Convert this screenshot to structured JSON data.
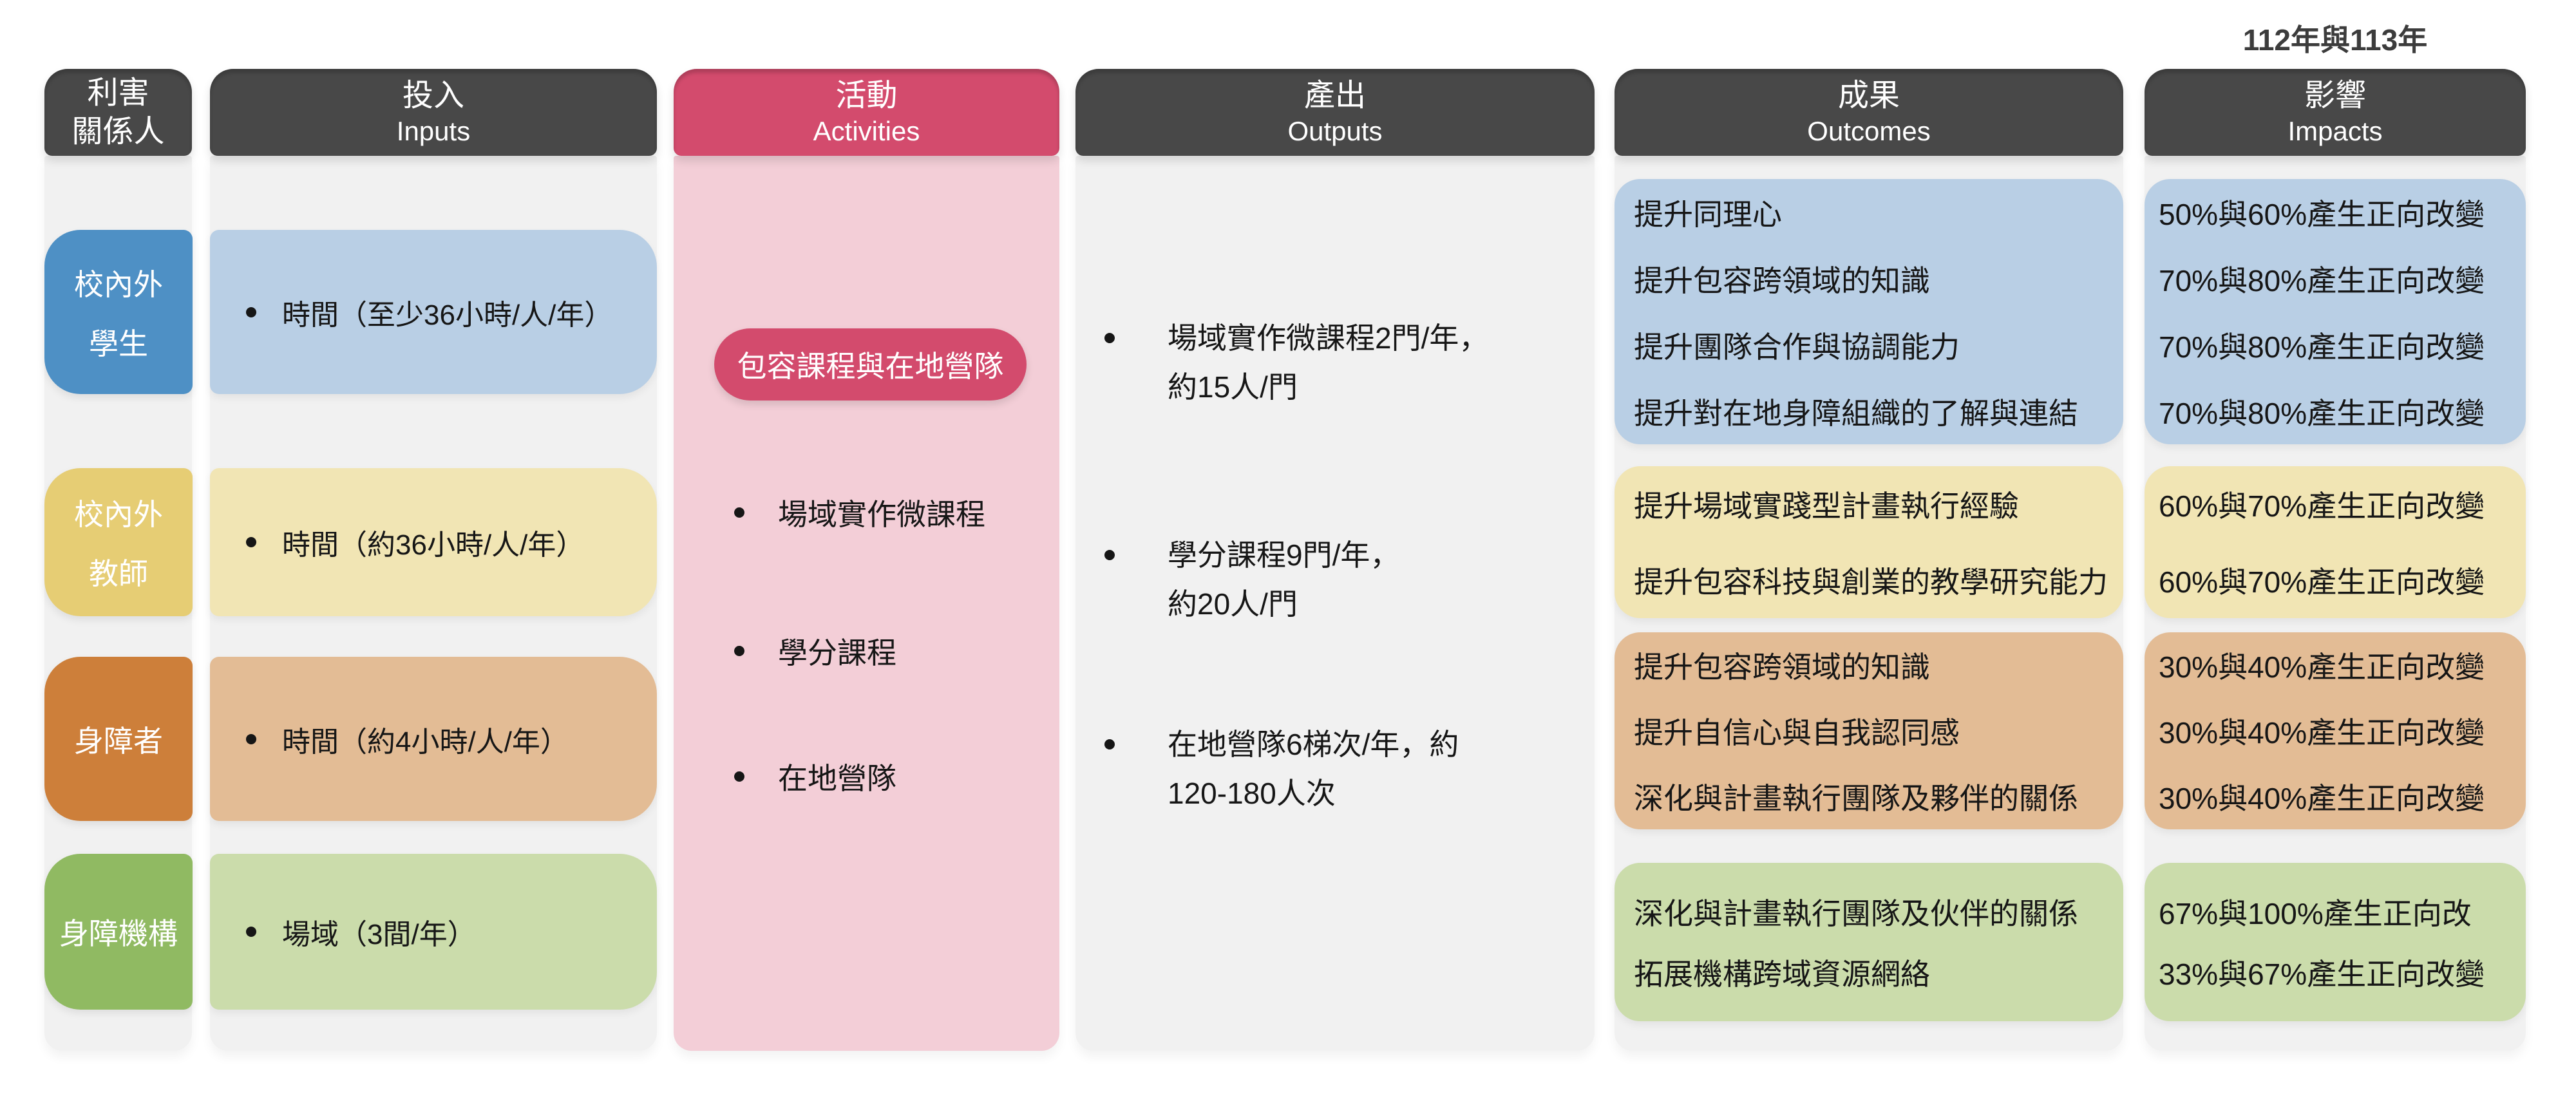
{
  "meta": {
    "top_note": "112年與113年"
  },
  "colors": {
    "header_dark": "#484848",
    "accent_pink": "#d34b6d",
    "panel_gray": "#f1f1f1",
    "panel_pink": "#f3ced7",
    "text_dark": "#161616",
    "rows": [
      {
        "label": "#4e90c5",
        "fill": "#b9cfe5"
      },
      {
        "label": "#e6cd74",
        "fill": "#f1e5b4"
      },
      {
        "label": "#cd7f3a",
        "fill": "#e3bc95"
      },
      {
        "label": "#90ba62",
        "fill": "#cbdcab"
      }
    ]
  },
  "headers": {
    "stakeholder": {
      "line1": "利害",
      "line2": "關係人"
    },
    "inputs": {
      "zh": "投入",
      "en": "Inputs"
    },
    "activities": {
      "zh": "活動",
      "en": "Activities"
    },
    "outputs": {
      "zh": "產出",
      "en": "Outputs"
    },
    "outcomes": {
      "zh": "成果",
      "en": "Outcomes"
    },
    "impacts": {
      "zh": "影響",
      "en": "Impacts"
    }
  },
  "activities": {
    "pill": "包容課程與在地營隊",
    "items": [
      "場域實作微課程",
      "學分課程",
      "在地營隊"
    ]
  },
  "outputs": {
    "items": [
      {
        "line1": "場域實作微課程2門/年，",
        "line2": "約15人/門"
      },
      {
        "line1": "學分課程9門/年，",
        "line2": "約20人/門"
      },
      {
        "line1": "在地營隊6梯次/年，約",
        "line2": "120-180人次"
      }
    ]
  },
  "rows": [
    {
      "stakeholder": {
        "line1": "校內外",
        "line2": "學生"
      },
      "input": "時間（至少36小時/人/年）",
      "outcomes": [
        "提升同理心",
        "提升包容跨領域的知識",
        "提升團隊合作與協調能力",
        "提升對在地身障組織的了解與連結"
      ],
      "impacts": [
        "50%與60%產生正向改變",
        "70%與80%產生正向改變",
        "70%與80%產生正向改變",
        "70%與80%產生正向改變"
      ]
    },
    {
      "stakeholder": {
        "line1": "校內外",
        "line2": "教師"
      },
      "input": "時間（約36小時/人/年）",
      "outcomes": [
        "提升場域實踐型計畫執行經驗",
        "提升包容科技與創業的教學研究能力"
      ],
      "impacts": [
        "60%與70%產生正向改變",
        "60%與70%產生正向改變"
      ]
    },
    {
      "stakeholder": {
        "line1": "身障者"
      },
      "input": "時間（約4小時/人/年）",
      "outcomes": [
        "提升包容跨領域的知識",
        "提升自信心與自我認同感",
        "深化與計畫執行團隊及夥伴的關係"
      ],
      "impacts": [
        "30%與40%產生正向改變",
        "30%與40%產生正向改變",
        "30%與40%產生正向改變"
      ]
    },
    {
      "stakeholder": {
        "line1": "身障機構"
      },
      "input": "場域（3間/年）",
      "outcomes": [
        "深化與計畫執行團隊及伙伴的關係",
        "拓展機構跨域資源網絡"
      ],
      "impacts": [
        "67%與100%產生正向改",
        "33%與67%產生正向改變"
      ]
    }
  ]
}
